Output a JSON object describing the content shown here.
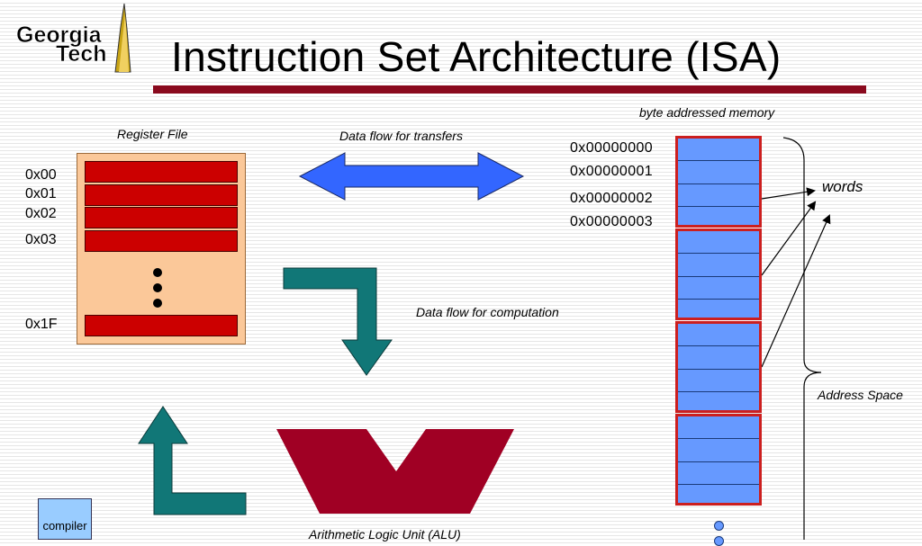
{
  "logo": {
    "line1": "Georgia",
    "line2": "Tech"
  },
  "title": "Instruction Set Architecture (ISA)",
  "register_file": {
    "caption": "Register File",
    "addresses": [
      "0x00",
      "0x01",
      "0x02",
      "0x03",
      "0x1F"
    ]
  },
  "transfers": {
    "caption": "Data flow for transfers"
  },
  "computation": {
    "caption": "Data flow for computation"
  },
  "alu": {
    "caption": "Arithmetic Logic Unit (ALU)"
  },
  "memory": {
    "caption": "byte addressed memory",
    "addresses": [
      "0x00000000",
      "0x00000001",
      "0x00000002",
      "0x00000003"
    ],
    "words_label": "words",
    "address_space_label": "Address Space"
  },
  "compiler": {
    "label": "compiler"
  },
  "colors": {
    "title_bar": "#8a0a1e",
    "register": "#cc0000",
    "register_file_bg": "#fbc899",
    "transfer_arrow": "#3366ff",
    "compute_arrow": "#117777",
    "alu": "#a00024",
    "memory_cell": "#6699ff",
    "memory_word_border": "#cc1f1f"
  }
}
